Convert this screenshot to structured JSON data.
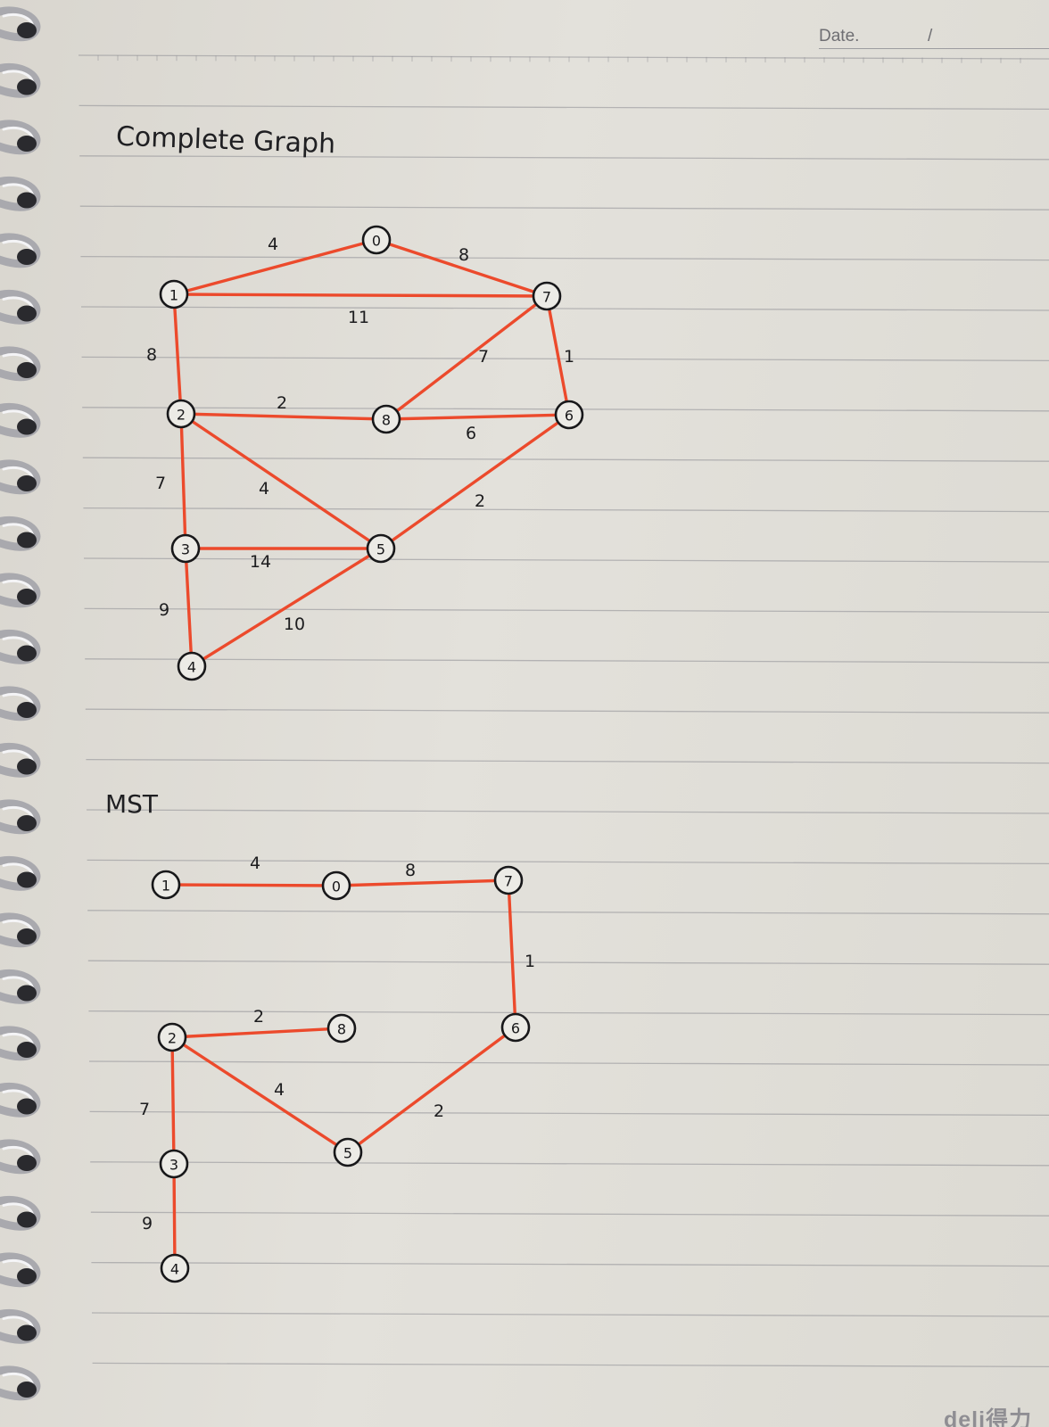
{
  "header": {
    "date_label": "Date.",
    "date_slash": "/"
  },
  "brand": {
    "logo_text": "deli得力"
  },
  "complete_graph": {
    "title": "Complete Graph",
    "nodes": [
      {
        "id": "n1",
        "label": "1"
      },
      {
        "id": "n0",
        "label": "0"
      },
      {
        "id": "n7",
        "label": "7"
      },
      {
        "id": "n2",
        "label": "2"
      },
      {
        "id": "n8",
        "label": "8"
      },
      {
        "id": "n6",
        "label": "6"
      },
      {
        "id": "n3",
        "label": "3"
      },
      {
        "id": "n5",
        "label": "5"
      },
      {
        "id": "n4",
        "label": "4"
      }
    ],
    "edges": [
      {
        "from": "n1",
        "to": "n0",
        "weight": "4"
      },
      {
        "from": "n0",
        "to": "n7",
        "weight": "8"
      },
      {
        "from": "n1",
        "to": "n7",
        "weight": "11"
      },
      {
        "from": "n1",
        "to": "n2",
        "weight": "8"
      },
      {
        "from": "n7",
        "to": "n8",
        "weight": "7"
      },
      {
        "from": "n7",
        "to": "n6",
        "weight": "1"
      },
      {
        "from": "n2",
        "to": "n8",
        "weight": "2"
      },
      {
        "from": "n8",
        "to": "n6",
        "weight": "6"
      },
      {
        "from": "n2",
        "to": "n3",
        "weight": "7"
      },
      {
        "from": "n2",
        "to": "n5",
        "weight": "4"
      },
      {
        "from": "n6",
        "to": "n5",
        "weight": "2"
      },
      {
        "from": "n3",
        "to": "n5",
        "weight": "14"
      },
      {
        "from": "n3",
        "to": "n4",
        "weight": "9"
      },
      {
        "from": "n4",
        "to": "n5",
        "weight": "10"
      }
    ]
  },
  "mst": {
    "title": "MST",
    "nodes": [
      {
        "id": "m1",
        "label": "1"
      },
      {
        "id": "m0",
        "label": "0"
      },
      {
        "id": "m7",
        "label": "7"
      },
      {
        "id": "m6",
        "label": "6"
      },
      {
        "id": "m2",
        "label": "2"
      },
      {
        "id": "m8",
        "label": "8"
      },
      {
        "id": "m5",
        "label": "5"
      },
      {
        "id": "m3",
        "label": "3"
      },
      {
        "id": "m4",
        "label": "4"
      }
    ],
    "edges": [
      {
        "from": "m1",
        "to": "m0",
        "weight": "4"
      },
      {
        "from": "m0",
        "to": "m7",
        "weight": "8"
      },
      {
        "from": "m7",
        "to": "m6",
        "weight": "1"
      },
      {
        "from": "m2",
        "to": "m8",
        "weight": "2"
      },
      {
        "from": "m2",
        "to": "m5",
        "weight": "4"
      },
      {
        "from": "m5",
        "to": "m6",
        "weight": "2"
      },
      {
        "from": "m2",
        "to": "m3",
        "weight": "7"
      },
      {
        "from": "m3",
        "to": "m4",
        "weight": "9"
      }
    ]
  },
  "colors": {
    "edge": "#ec4a2c",
    "ink": "#18181a",
    "ruling": "#8e8e94",
    "paper": "#e3e1db"
  }
}
